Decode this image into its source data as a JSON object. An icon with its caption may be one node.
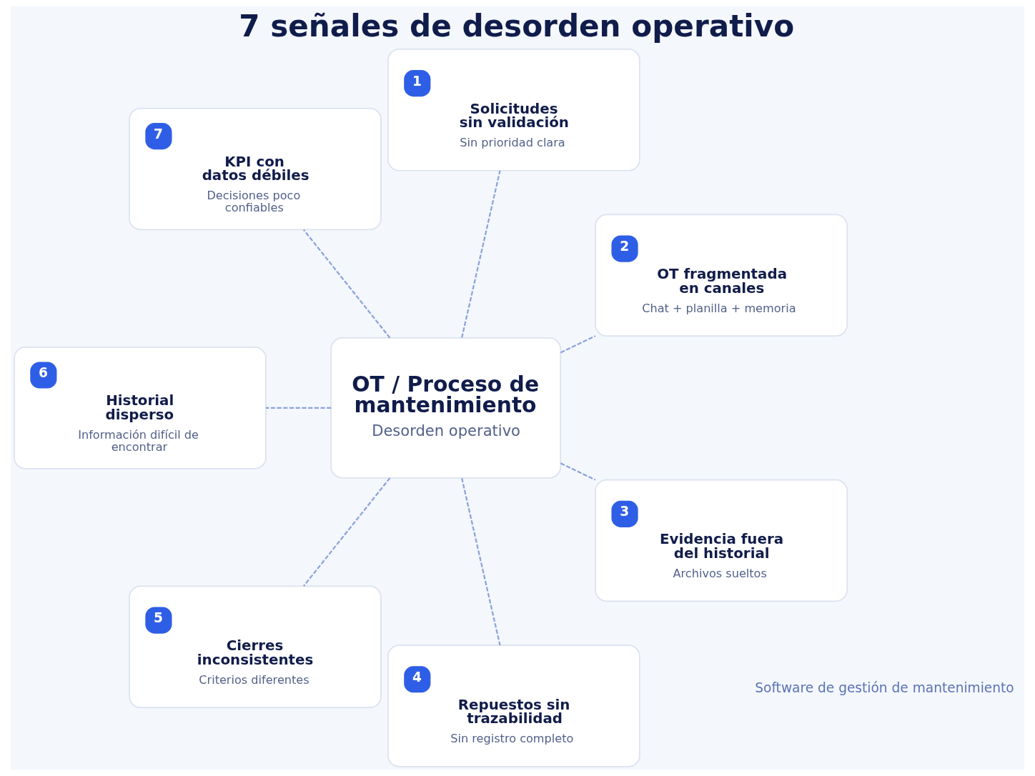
{
  "diagram": {
    "title": "7 señales de desorden operativo",
    "nodes": [
      {
        "text": [
          "1",
          "Solicitudes sin validación",
          "Sin prioridad clara"
        ]
      },
      {
        "text": [
          "7",
          "KPI con datos débiles",
          "Decisiones poco confiables"
        ]
      },
      {
        "text": [
          "2",
          "OT fragmentada en canales",
          "Chat + planilla + memoria"
        ]
      },
      {
        "text": [
          "OT / Proceso de mantenimiento",
          "Desorden operativo"
        ]
      },
      {
        "text": [
          "6",
          "Historial disperso",
          "Información difícil de encontrar"
        ]
      },
      {
        "text": [
          "3",
          "Evidencia fuera del historial",
          "Archivos sueltos"
        ]
      },
      {
        "text": [
          "5",
          "Cierres inconsistentes",
          "Criterios diferentes"
        ]
      },
      {
        "text": [
          "4",
          "Repuestos sin trazabilidad",
          "Sin registro completo"
        ]
      }
    ],
    "edges": [
      {
        "from": 3,
        "to": 0,
        "arrow": "none",
        "style": "dashed"
      },
      {
        "from": 3,
        "to": 2,
        "arrow": "none",
        "style": "dashed"
      },
      {
        "from": 3,
        "to": 5,
        "arrow": "none",
        "style": "dashed"
      },
      {
        "from": 3,
        "to": 7,
        "arrow": "none",
        "style": "dashed"
      },
      {
        "from": 3,
        "to": 6,
        "arrow": "none",
        "style": "dashed"
      },
      {
        "from": 3,
        "to": 4,
        "arrow": "none",
        "style": "dashed"
      },
      {
        "from": 3,
        "to": 1,
        "arrow": "none",
        "style": "dashed"
      }
    ],
    "labels": [
      "Software de gestión de mantenimiento"
    ]
  }
}
